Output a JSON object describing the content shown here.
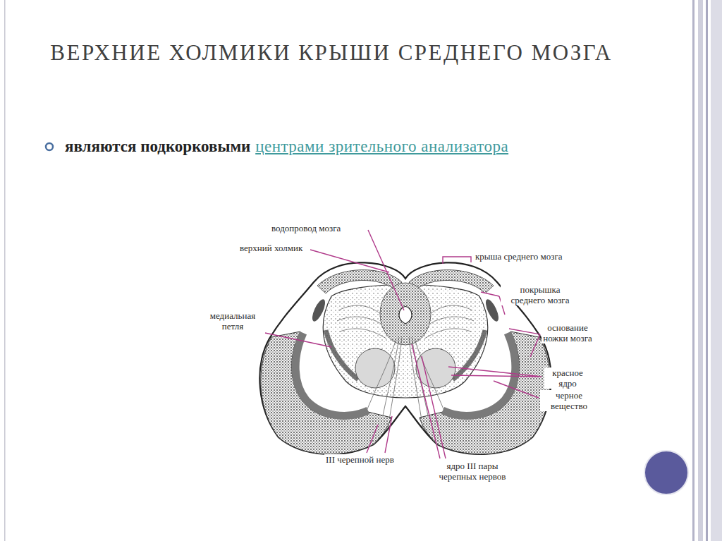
{
  "diagram": {
    "title": "ВЕРХНИЕ ХОЛМИКИ КРЫШИ СРЕДНЕГО МОЗГА",
    "labels": [
      "являются подкорковыми",
      "центрами зрительного анализатора",
      "водопровод мозга",
      "верхний холмик",
      "крыша среднего мозга",
      "покрышка среднего мозга",
      "медиальная петля",
      "основание ножки мозга",
      "красное ядро",
      "черное вещество",
      "III черепной нерв",
      "ядро III пары черепных нервов"
    ]
  }
}
